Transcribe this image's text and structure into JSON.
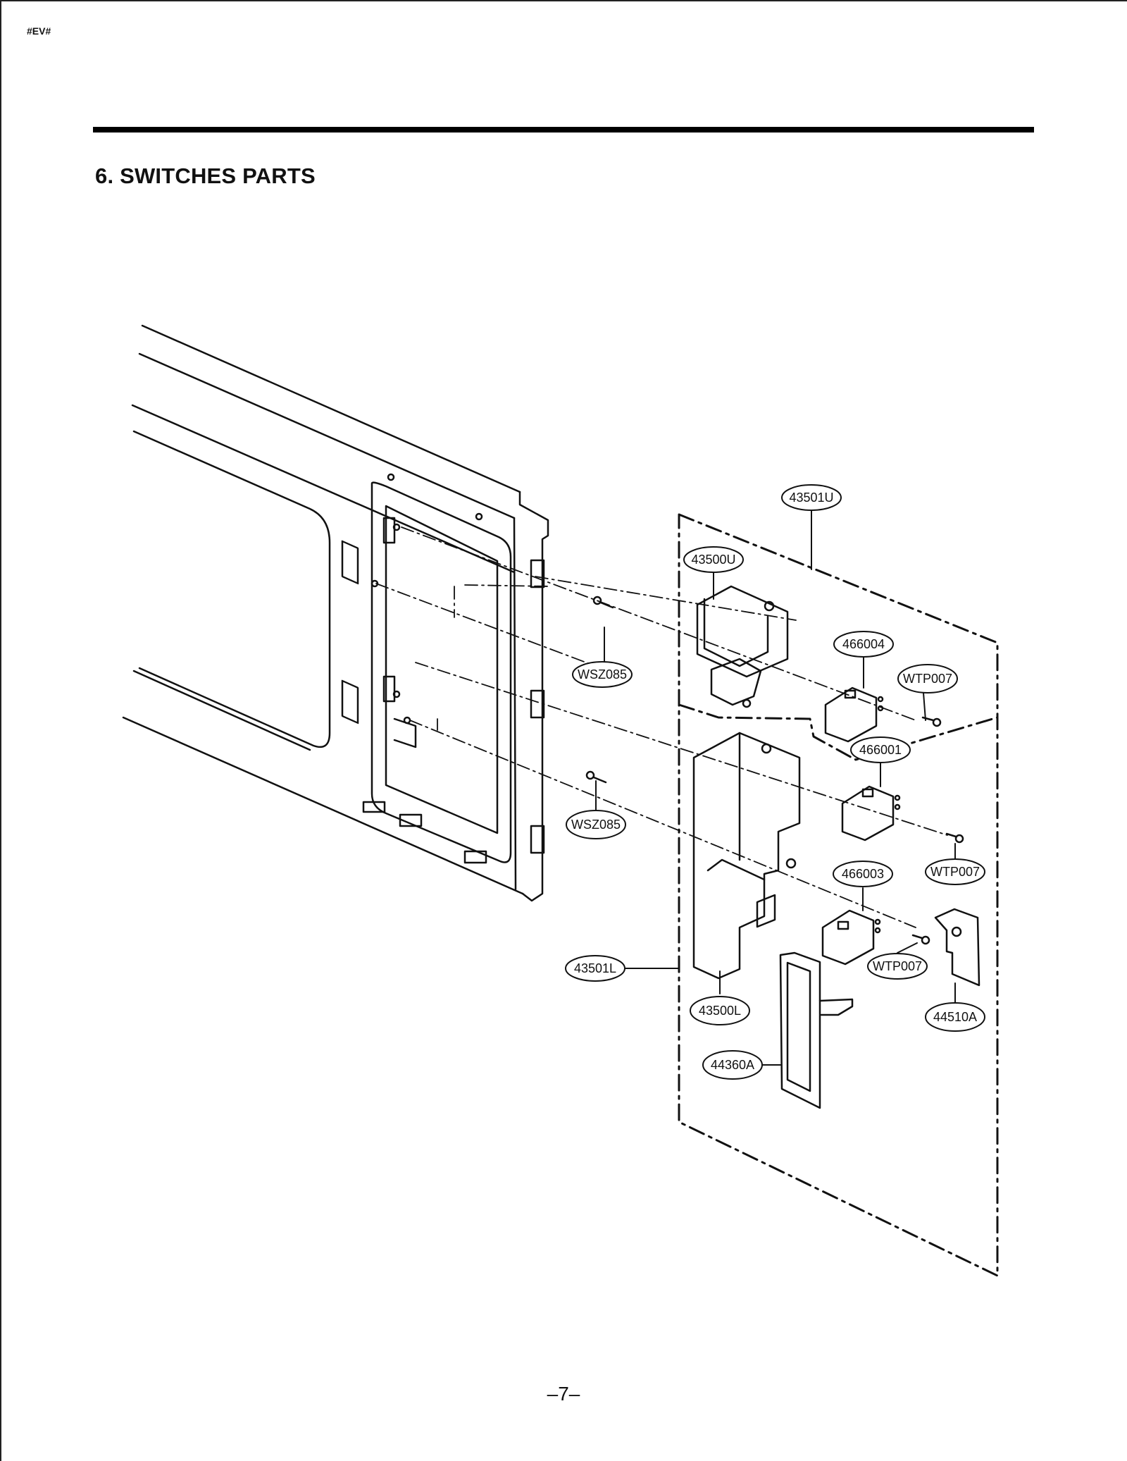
{
  "header": {
    "code": "#EV#"
  },
  "section": {
    "title": "6. SWITCHES PARTS"
  },
  "callouts": {
    "c43501U": "43501U",
    "c43500U": "43500U",
    "c466004": "466004",
    "cWTP007a": "WTP007",
    "cWSZ085a": "WSZ085",
    "c466001": "466001",
    "cWSZ085b": "WSZ085",
    "cWTP007b": "WTP007",
    "c466003": "466003",
    "cWTP007c": "WTP007",
    "c43501L": "43501L",
    "c43500L": "43500L",
    "c44510A": "44510A",
    "c44360A": "44360A"
  },
  "footer": {
    "page_number": "–7–"
  }
}
